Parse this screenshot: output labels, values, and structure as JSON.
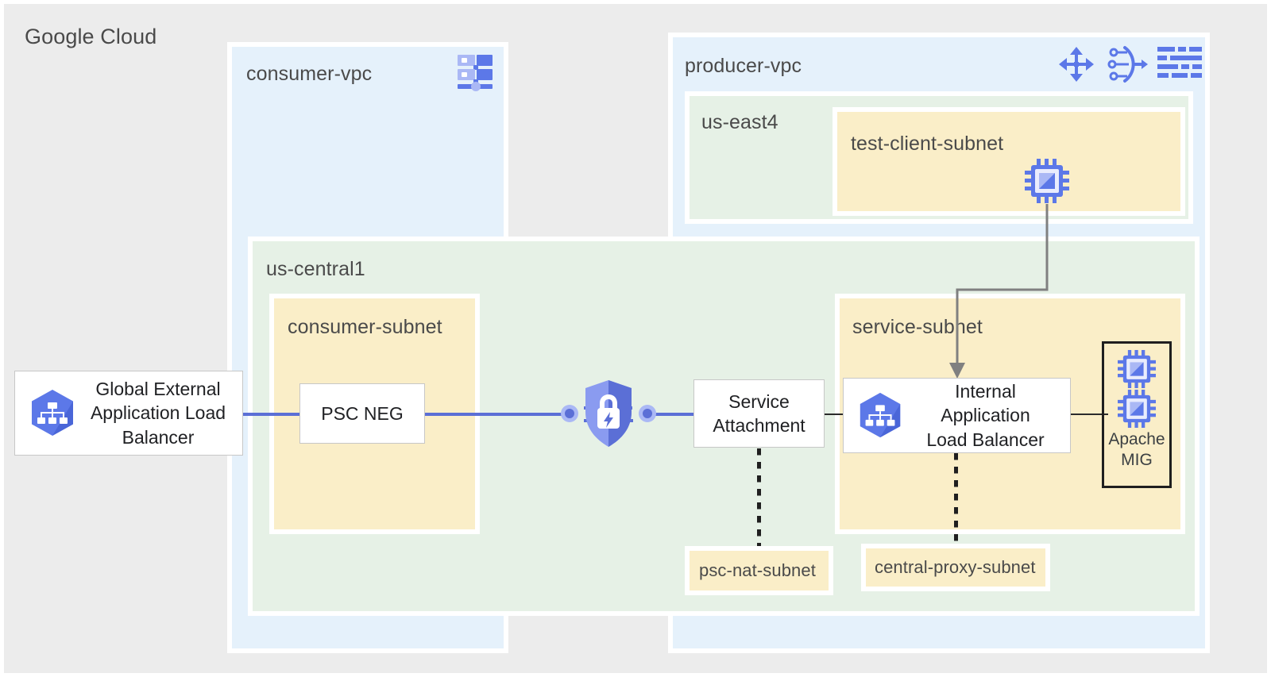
{
  "diagram": {
    "title": "Google Cloud",
    "background_color": "#ececec"
  },
  "colors": {
    "vpc_fill": "#e5f1fb",
    "region_fill": "#e6f1e6",
    "subnet_fill": "#faeec8",
    "node_border": "#c7c7c7",
    "blue_edge": "#5b6fd6",
    "gray_arrow": "#707070",
    "icon_blue": "#5c78e8",
    "icon_blue_light": "#aab8f5",
    "mig_border": "#1f1f1f",
    "label_text": "#4a4a4a"
  },
  "zones": {
    "consumer_vpc": {
      "label": "consumer-vpc",
      "icon": "vpc-network-icon"
    },
    "producer_vpc": {
      "label": "producer-vpc",
      "icons": [
        "cloud-router-icon",
        "load-balancer-funnel-icon",
        "subnet-grid-icon"
      ]
    },
    "us_east4": {
      "label": "us-east4"
    },
    "us_central1": {
      "label": "us-central1"
    },
    "test_client_subnet": {
      "label": "test-client-subnet",
      "icon": "vm-instance-icon"
    },
    "consumer_subnet": {
      "label": "consumer-subnet"
    },
    "service_subnet": {
      "label": "service-subnet"
    },
    "psc_nat_subnet": {
      "label": "psc-nat-subnet"
    },
    "central_proxy_subnet": {
      "label": "central-proxy-subnet"
    }
  },
  "nodes": {
    "global_external_lb": {
      "label": "Global External Application Load Balancer",
      "line1": "Global External",
      "line2": "Application Load",
      "line3": "Balancer",
      "icon": "load-balancer-hexagon-icon"
    },
    "psc_neg": {
      "label": "PSC NEG"
    },
    "service_attachment": {
      "label": "Service Attachment",
      "line1": "Service",
      "line2": "Attachment"
    },
    "internal_lb": {
      "label": "Internal Application Load Balancer",
      "line1": "Internal Application",
      "line2": "Load Balancer",
      "icon": "load-balancer-hexagon-icon"
    },
    "apache_mig": {
      "label": "Apache MIG",
      "line1": "Apache",
      "line2": "MIG",
      "instance_count": 2,
      "icon": "vm-instance-icon"
    }
  },
  "connectors": {
    "psc_link": {
      "icon": "private-service-connect-shield-icon"
    },
    "test_client_to_ilb": {
      "style": "solid-arrow",
      "color": "#707070"
    },
    "service_attachment_to_nat": {
      "style": "dotted"
    },
    "ilb_to_proxy": {
      "style": "dotted"
    }
  }
}
